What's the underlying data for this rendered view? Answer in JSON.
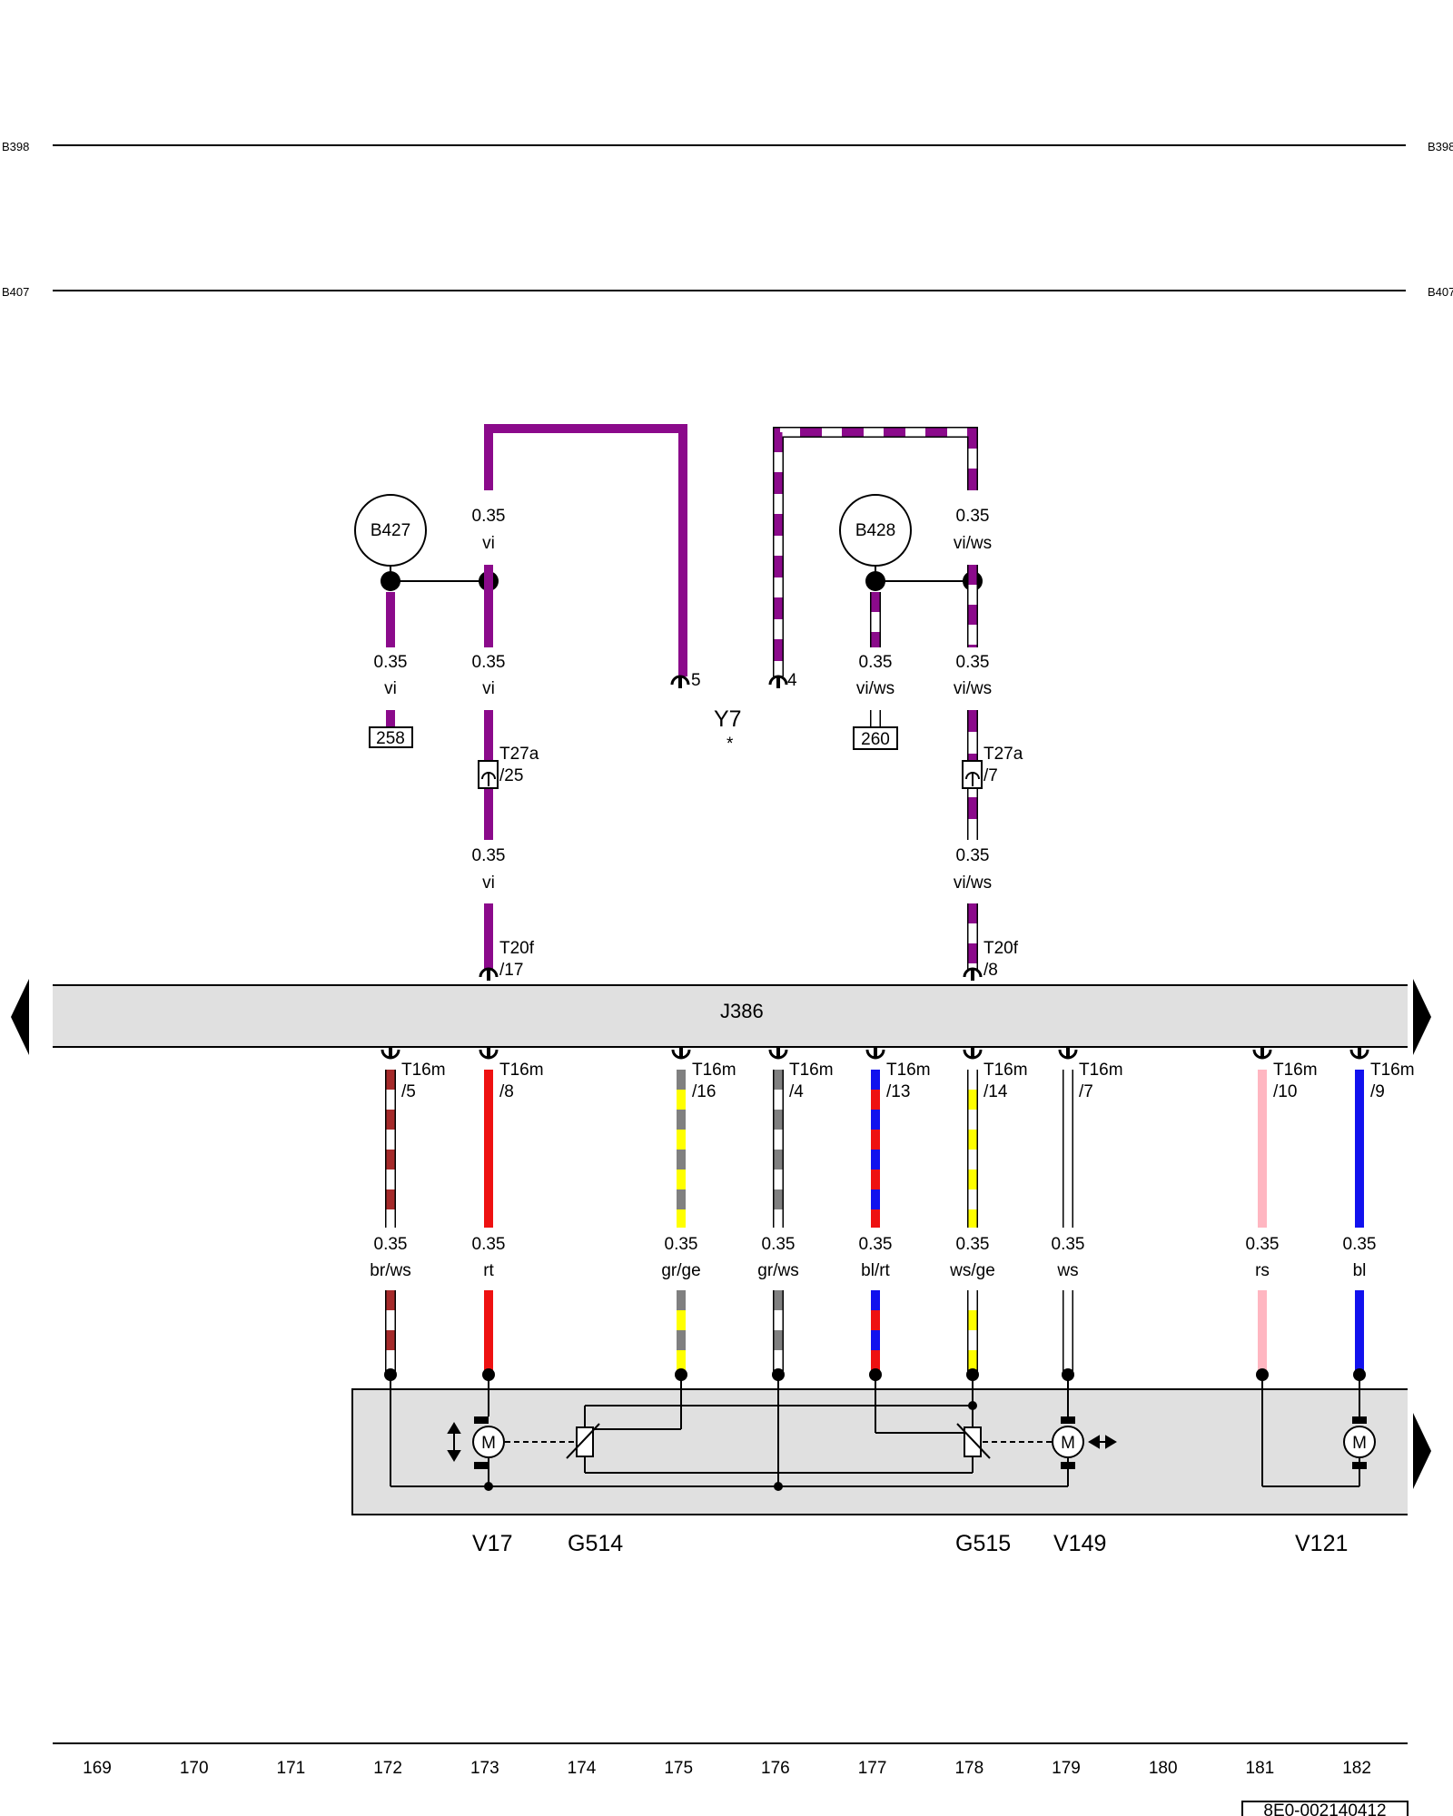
{
  "rails": [
    {
      "label_left": "B398",
      "label_right": "B398"
    },
    {
      "label_left": "B407",
      "label_right": "B407"
    }
  ],
  "grounds": [
    {
      "id": "B427",
      "label": "B427"
    },
    {
      "id": "B428",
      "label": "B428"
    }
  ],
  "refs": {
    "ref258": "258",
    "ref260": "260"
  },
  "wire_labels": {
    "a_size": "0.35",
    "a_color": "vi",
    "b_size": "0.35",
    "b_color": "vi",
    "c_size": "0.35",
    "c_color": "vi/ws",
    "d_size": "0.35",
    "d_color": "vi/ws",
    "e_size": "0.35",
    "e_color": "vi",
    "f_size": "0.35",
    "f_color": "vi/ws",
    "g_size": "0.35",
    "g_color": "vi",
    "h_size": "0.35",
    "h_color": "vi/ws"
  },
  "mirror": {
    "label": "Y7",
    "note": "*",
    "pin_left": "5",
    "pin_right": "4"
  },
  "connectors_top": {
    "t27a_l": "T27a",
    "t27a_l_pin": "/25",
    "t27a_r": "T27a",
    "t27a_r_pin": "/7",
    "t20f_l": "T20f",
    "t20f_l_pin": "/17",
    "t20f_r": "T20f",
    "t20f_r_pin": "/8"
  },
  "module": {
    "label": "J386"
  },
  "lower_wires": [
    {
      "conn": "T16m",
      "pin": "/5",
      "size": "0.35",
      "color": "br/ws",
      "c1": "#a52a2a",
      "c2": "#ffffff"
    },
    {
      "conn": "T16m",
      "pin": "/8",
      "size": "0.35",
      "color": "rt",
      "c1": "#ee1111",
      "c2": ""
    },
    {
      "conn": "T16m",
      "pin": "/16",
      "size": "0.35",
      "color": "gr/ge",
      "c1": "#808080",
      "c2": "#ffff00"
    },
    {
      "conn": "T16m",
      "pin": "/4",
      "size": "0.35",
      "color": "gr/ws",
      "c1": "#808080",
      "c2": "#ffffff"
    },
    {
      "conn": "T16m",
      "pin": "/13",
      "size": "0.35",
      "color": "bl/rt",
      "c1": "#1111ee",
      "c2": "#ee1111"
    },
    {
      "conn": "T16m",
      "pin": "/14",
      "size": "0.35",
      "color": "ws/ge",
      "c1": "#ffffff",
      "c2": "#ffff00"
    },
    {
      "conn": "T16m",
      "pin": "/7",
      "size": "0.35",
      "color": "ws",
      "c1": "#ffffff",
      "c2": ""
    },
    {
      "conn": "T16m",
      "pin": "/10",
      "size": "0.35",
      "color": "rs",
      "c1": "#ffb6c1",
      "c2": ""
    },
    {
      "conn": "T16m",
      "pin": "/9",
      "size": "0.35",
      "color": "bl",
      "c1": "#1111ee",
      "c2": ""
    }
  ],
  "components": {
    "v17": "V17",
    "g514": "G514",
    "g515": "G515",
    "v149": "V149",
    "v121": "V121",
    "motor": "M"
  },
  "columns": [
    "169",
    "170",
    "171",
    "172",
    "173",
    "174",
    "175",
    "176",
    "177",
    "178",
    "179",
    "180",
    "181",
    "182"
  ],
  "doc_id": "8E0-002140412",
  "colors": {
    "violet": "#8b0a8b",
    "module_fill": "#e0e0e0"
  }
}
